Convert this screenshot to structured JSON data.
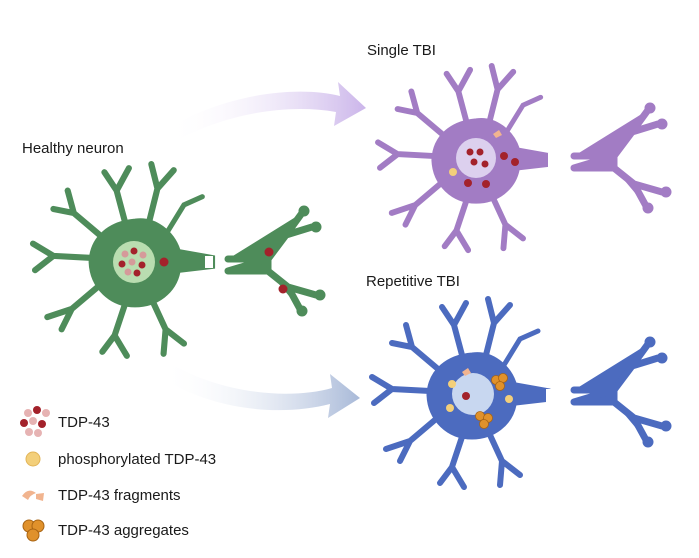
{
  "labels": {
    "healthy": "Healthy neuron",
    "single": "Single TBI",
    "repetitive": "Repetitive TBI"
  },
  "legend": [
    {
      "icon": "tdp43-dots-icon",
      "text": "TDP-43"
    },
    {
      "icon": "phospho-dot-icon",
      "text": "phosphorylated TDP-43"
    },
    {
      "icon": "fragments-icon",
      "text": "TDP-43 fragments"
    },
    {
      "icon": "aggregate-icon",
      "text": "TDP-43 aggregates"
    }
  ],
  "colors": {
    "healthy": "#4e8c5a",
    "single": "#a27cc4",
    "repetitive": "#4c6bbf",
    "arrow_top": "#d9c8ee",
    "arrow_bottom": "#b9c7df",
    "tdp43": "#a3222b",
    "phospho": "#f3cf7a",
    "fragment": "#f1b48f",
    "aggregate": "#e0912b"
  }
}
